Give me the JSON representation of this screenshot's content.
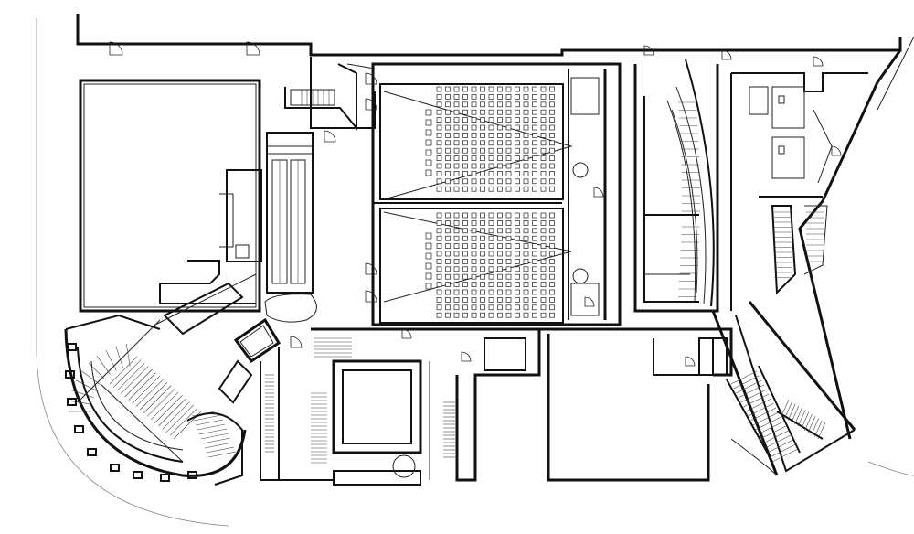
{
  "drawing": {
    "type": "architectural-floor-plan",
    "line_color": "#111111",
    "background": "#ffffff",
    "labels": []
  },
  "cinema": {
    "halls": [
      {
        "id": "hall-upper",
        "seat_rows": 14,
        "seats_per_row": 14,
        "projector": true
      },
      {
        "id": "hall-lower",
        "seat_rows": 14,
        "seats_per_row": 14,
        "projector": true
      }
    ]
  }
}
